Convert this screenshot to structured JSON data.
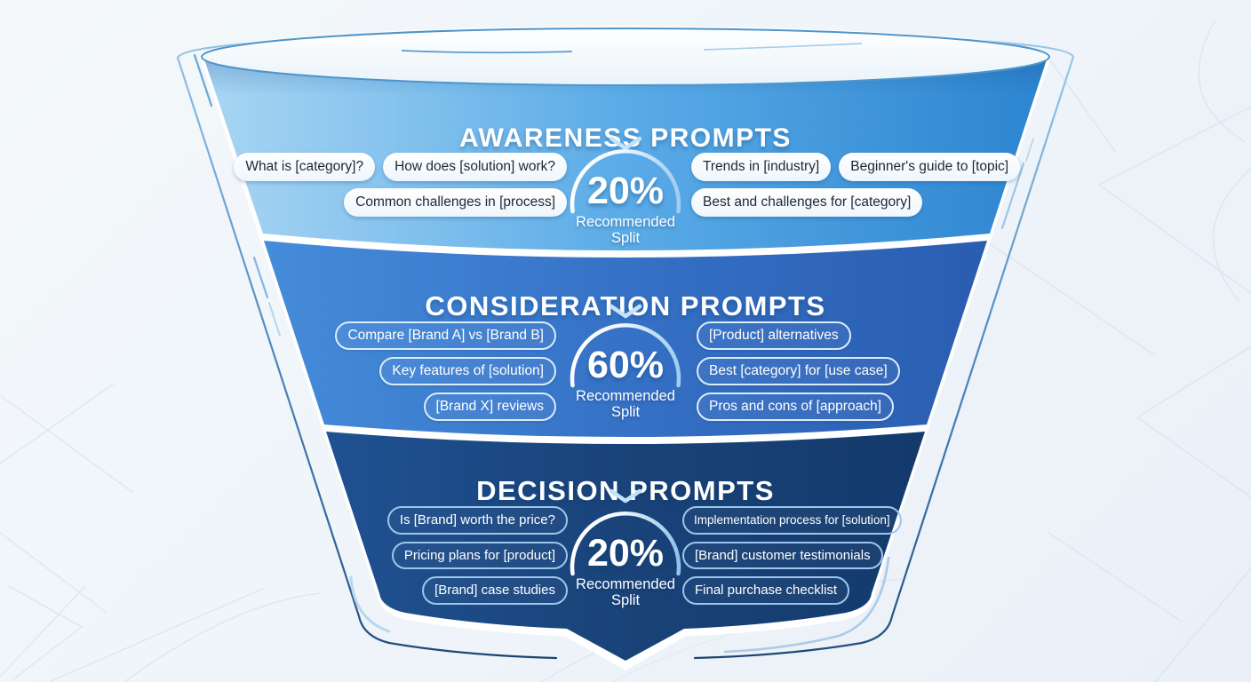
{
  "colors": {
    "background": "#f0f5f9",
    "awareness_left": "#a9d6f3",
    "awareness_right": "#2d85d0",
    "consideration_left": "#458cda",
    "consideration_right": "#2a5db0",
    "decision_left": "#1f5191",
    "decision_right": "#143a6c",
    "pill_light_text": "#1d2733",
    "outline_blue": "#5d8fc4",
    "gauge_arc": "#ffffff"
  },
  "sections": [
    {
      "id": "awareness",
      "title": "AWARENESS PROMPTS",
      "split": {
        "value": "20%",
        "label_line1": "Recommended",
        "label_line2": "Split"
      },
      "pills_left": [
        [
          "What is [category]?",
          "How does [solution] work?"
        ],
        [
          "Common challenges in [process]"
        ]
      ],
      "pills_right": [
        [
          "Trends in [industry]",
          "Beginner's guide to [topic]"
        ],
        [
          "Best and challenges for [category]"
        ]
      ]
    },
    {
      "id": "consideration",
      "title": "CONSIDERATION PROMPTS",
      "split": {
        "value": "60%",
        "label_line1": "Recommended",
        "label_line2": "Split"
      },
      "pills_left": [
        "Compare [Brand A] vs [Brand B]",
        "Key features of [solution]",
        "[Brand X] reviews"
      ],
      "pills_right": [
        "[Product] alternatives",
        "Best [category] for [use case]",
        "Pros and cons of [approach]"
      ]
    },
    {
      "id": "decision",
      "title": "DECISION PROMPTS",
      "split": {
        "value": "20%",
        "label_line1": "Recommended",
        "label_line2": "Split"
      },
      "pills_left": [
        "Is [Brand] worth the price?",
        "Pricing plans for [product]",
        "[Brand] case studies"
      ],
      "pills_right": [
        "Implementation process for [solution]",
        "[Brand] customer testimonials",
        "Final purchase checklist"
      ]
    }
  ]
}
